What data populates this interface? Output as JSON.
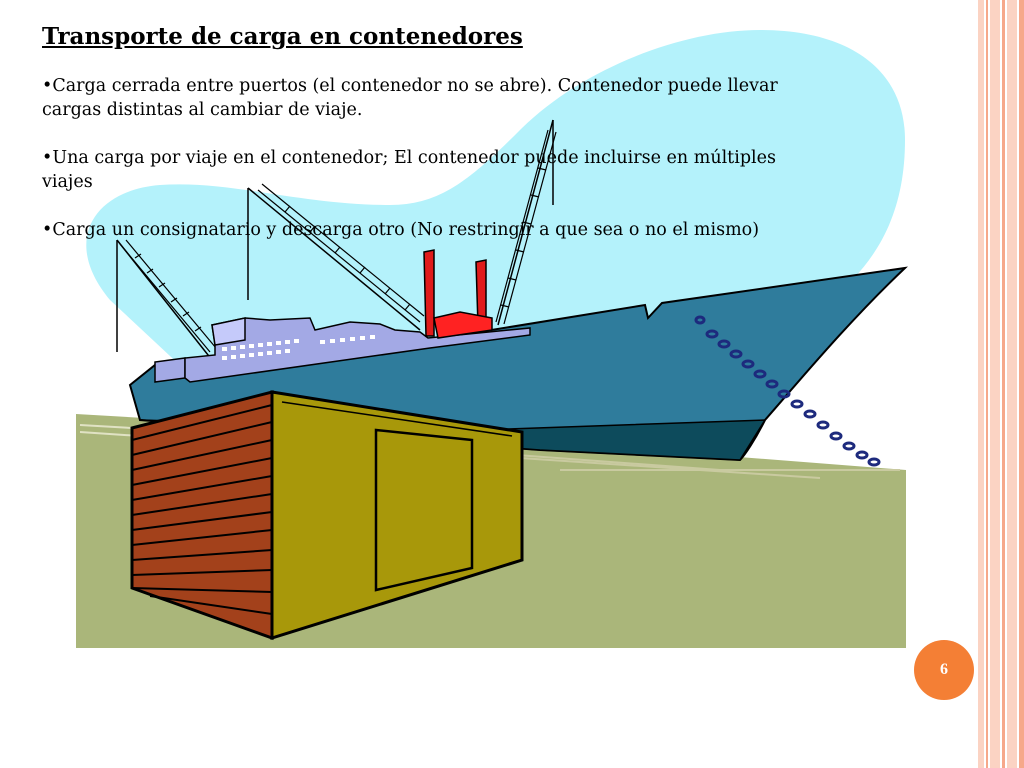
{
  "slide": {
    "title": "Transporte de carga en contenedores",
    "bullets": [
      "•Carga cerrada entre puertos (el contenedor no se abre).  Contenedor puede llevar cargas distintas al cambiar de viaje.",
      "•Una carga por viaje en el contenedor; El contenedor puede incluirse en múltiples viajes",
      "•Carga un consignatario y descarga otro (No restringir a que sea o no el mismo)"
    ],
    "page_number": "6"
  },
  "colors": {
    "accent_orange": "#f47f35",
    "stripe_light": "#fbd3c3",
    "stripe_mid": "#f6a88a",
    "sky": "#b4f2fb",
    "ground": "#aab67a",
    "hull": "#2f7c9c",
    "hull_dark": "#0d4b5c",
    "container_front": "#a8980a",
    "container_side": "#a3411b"
  },
  "illustration": {
    "subject": "cargo-ship-with-container-clipart"
  }
}
